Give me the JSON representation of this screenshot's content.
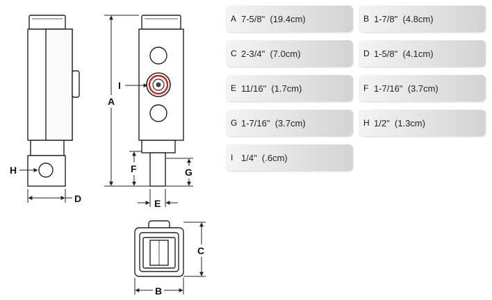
{
  "labels": {
    "A": "A",
    "B": "B",
    "C": "C",
    "D": "D",
    "E": "E",
    "F": "F",
    "G": "G",
    "H": "H",
    "I": "I"
  },
  "dimensions": [
    {
      "key": "A",
      "value": "7-5/8\"  (19.4cm)"
    },
    {
      "key": "B",
      "value": "1-7/8\"  (4.8cm)"
    },
    {
      "key": "C",
      "value": "2-3/4\"  (7.0cm)"
    },
    {
      "key": "D",
      "value": "1-5/8\"  (4.1cm)"
    },
    {
      "key": "E",
      "value": "11/16\"  (1.7cm)"
    },
    {
      "key": "F",
      "value": "1-7/16\"  (3.7cm)"
    },
    {
      "key": "G",
      "value": "1-7/16\"  (3.7cm)"
    },
    {
      "key": "H",
      "value": "1/2\"  (1.3cm)"
    },
    {
      "key": "I",
      "value": "1/4\"  (.6cm)"
    }
  ],
  "colors": {
    "outline": "#222222",
    "body": "#ffffff",
    "card": "#e2e2e2",
    "gauge_red": "#d21f1f"
  }
}
